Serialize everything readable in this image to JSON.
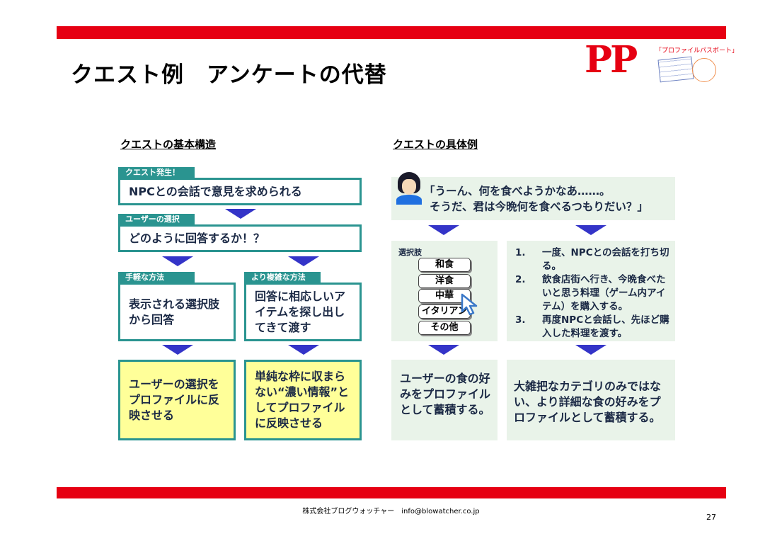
{
  "title": "クエスト例　アンケートの代替",
  "logo": {
    "text": "PP",
    "subtitle": "「プロファイルパスポート」"
  },
  "left": {
    "heading": "クエストの基本構造",
    "step1": {
      "tag": "クエスト発生！",
      "text": "NPCとの会話で意見を求められる"
    },
    "step2": {
      "tag": "ユーザーの選択",
      "text": "どのように回答するか！？"
    },
    "branch_a": {
      "tag": "手軽な方法",
      "text": "表示される選択肢から回答",
      "result": "ユーザーの選択をプロファイルに反映させる"
    },
    "branch_b": {
      "tag": "より複雑な方法",
      "text": "回答に相応しいアイテムを探し出してきて渡す",
      "result": "単純な枠に収まらない“濃い情報”としてプロファイルに反映させる"
    }
  },
  "right": {
    "heading": "クエストの具体例",
    "dialogue_line1": "「うーん、何を食べようかなあ……。",
    "dialogue_line2": "そうだ、君は今晩何を食べるつもりだい？」",
    "choices_label": "選択肢",
    "choices": [
      "和食",
      "洋食",
      "中華",
      "イタリアン",
      "その他"
    ],
    "steps": [
      {
        "num": "1.",
        "text": "一度、NPCとの会話を打ち切る。"
      },
      {
        "num": "2.",
        "text": "飲食店街へ行き、今晩食べたいと思う料理（ゲーム内アイテム）を購入する。"
      },
      {
        "num": "3.",
        "text": "再度NPCと会話し、先ほど購入した料理を渡す。"
      }
    ],
    "result_a": "ユーザーの食の好みをプロファイルとして蓄積する。",
    "result_b": "大雑把なカテゴリのみではない、より詳細な食の好みをプロファイルとして蓄積する。"
  },
  "footer": {
    "company": "株式会社ブログウォッチャー　info@blowatcher.co.jp",
    "page": "27"
  },
  "colors": {
    "red": "#e60012",
    "teal": "#2a9490",
    "arrow": "#3434c8",
    "yellow": "#ffff99",
    "panel": "#e9f3e9"
  }
}
